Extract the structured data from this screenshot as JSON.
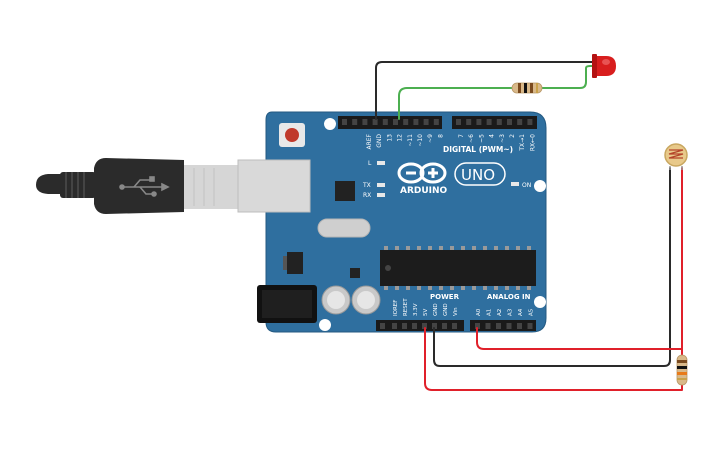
{
  "board": {
    "brand": "ARDUINO",
    "model": "UNO",
    "digital_header_label": "DIGITAL (PWM~)",
    "power_label": "POWER",
    "analog_label": "ANALOG IN",
    "led_l": "L",
    "led_tx": "TX",
    "led_rx": "RX",
    "led_on": "ON",
    "digital_pins": [
      "AREF",
      "GND",
      "13",
      "12",
      "~11",
      "~10",
      "~9",
      "8",
      "7",
      "~6",
      "~5",
      "4",
      "~3",
      "2",
      "TX→1",
      "RX←0"
    ],
    "power_pins": [
      "IOREF",
      "RESET",
      "3.3V",
      "5V",
      "GND",
      "GND",
      "Vin"
    ],
    "analog_pins": [
      "A0",
      "A1",
      "A2",
      "A3",
      "A4",
      "A5"
    ]
  },
  "colors": {
    "board": "#2f6f9f",
    "board_edge": "#245a82",
    "header": "#1a1a1a",
    "wire_red": "#e0202a",
    "wire_black": "#2a2a2a",
    "wire_green": "#4caf50",
    "led": "#d81e1e",
    "usb_plug": "#2b2b2b",
    "usb_metal": "#d6d6d6"
  },
  "components": {
    "led": "red-led",
    "resistor_led": "resistor",
    "resistor_ldr": "resistor",
    "ldr": "photoresistor",
    "usb": "usb-b-cable",
    "power_jack": "dc-jack"
  }
}
